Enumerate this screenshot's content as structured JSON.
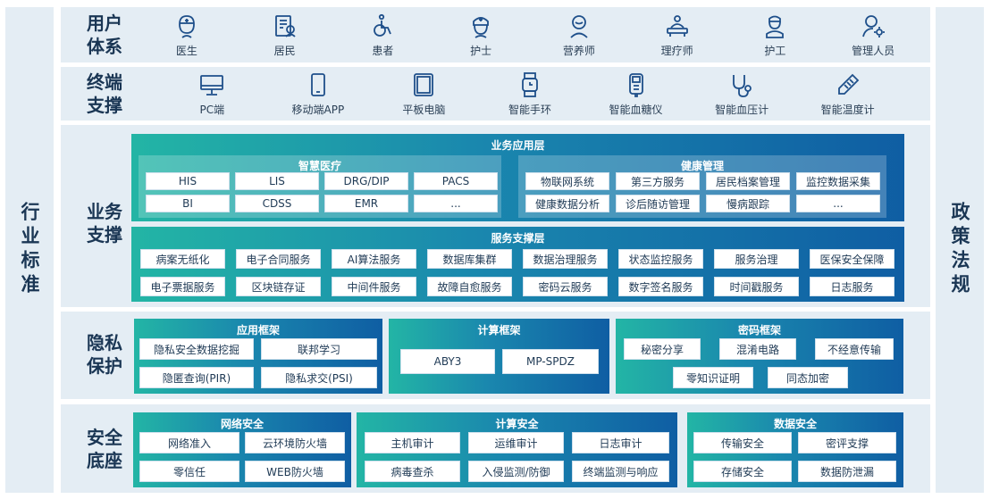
{
  "left_side": "行业标准",
  "right_side": "政策法规",
  "user_system": {
    "label": "用户体系",
    "items": [
      {
        "label": "医生",
        "icon": "doctor-icon"
      },
      {
        "label": "居民",
        "icon": "resident-icon"
      },
      {
        "label": "患者",
        "icon": "wheelchair-icon"
      },
      {
        "label": "护士",
        "icon": "nurse-icon"
      },
      {
        "label": "营养师",
        "icon": "nutritionist-icon"
      },
      {
        "label": "理疗师",
        "icon": "therapist-icon"
      },
      {
        "label": "护工",
        "icon": "caregiver-icon"
      },
      {
        "label": "管理人员",
        "icon": "admin-icon"
      }
    ]
  },
  "terminal_support": {
    "label": "终端支撑",
    "items": [
      {
        "label": "PC端",
        "icon": "monitor-icon"
      },
      {
        "label": "移动端APP",
        "icon": "phone-icon"
      },
      {
        "label": "平板电脑",
        "icon": "tablet-icon"
      },
      {
        "label": "智能手环",
        "icon": "watch-icon"
      },
      {
        "label": "智能血糖仪",
        "icon": "glucometer-icon"
      },
      {
        "label": "智能血压计",
        "icon": "stethoscope-icon"
      },
      {
        "label": "智能温度计",
        "icon": "thermometer-icon"
      }
    ]
  },
  "business_support": {
    "label": "业务支撑",
    "app_layer": {
      "title": "业务应用层",
      "smart_medical": {
        "title": "智慧医疗",
        "items": [
          "HIS",
          "LIS",
          "DRG/DIP",
          "PACS",
          "BI",
          "CDSS",
          "EMR",
          "..."
        ]
      },
      "health_management": {
        "title": "健康管理",
        "items": [
          "物联网系统",
          "第三方服务",
          "居民档案管理",
          "监控数据采集",
          "健康数据分析",
          "诊后随访管理",
          "慢病跟踪",
          "..."
        ]
      }
    },
    "service_layer": {
      "title": "服务支撑层",
      "items": [
        "病案无纸化",
        "电子合同服务",
        "AI算法服务",
        "数据库集群",
        "数据治理服务",
        "状态监控服务",
        "服务治理",
        "医保安全保障",
        "电子票据服务",
        "区块链存证",
        "中间件服务",
        "故障自愈服务",
        "密码云服务",
        "数字签名服务",
        "时间戳服务",
        "日志服务"
      ]
    }
  },
  "privacy": {
    "label": "隐私保护",
    "app_framework": {
      "title": "应用框架",
      "items": [
        "隐私安全数据挖掘",
        "联邦学习",
        "隐匿查询(PIR)",
        "隐私求交(PSI)"
      ]
    },
    "compute_framework": {
      "title": "计算框架",
      "items": [
        "ABY3",
        "MP-SPDZ"
      ]
    },
    "crypto_framework": {
      "title": "密码框架",
      "items": [
        "秘密分享",
        "混淆电路",
        "不经意传输",
        "零知识证明",
        "同态加密"
      ]
    }
  },
  "security_base": {
    "label": "安全底座",
    "network": {
      "title": "网络安全",
      "items": [
        "网络准入",
        "云环境防火墙",
        "零信任",
        "WEB防火墙"
      ]
    },
    "compute": {
      "title": "计算安全",
      "items": [
        "主机审计",
        "运维审计",
        "日志审计",
        "病毒查杀",
        "入侵监测/防御",
        "终端监测与响应"
      ]
    },
    "data": {
      "title": "数据安全",
      "items": [
        "传输安全",
        "密评支撑",
        "存储安全",
        "数据防泄漏"
      ]
    }
  },
  "colors": {
    "band": "#e4edf4",
    "title_text": "#1a3654",
    "gradient_start": "#23b5a5",
    "gradient_end": "#0f5ea3"
  }
}
